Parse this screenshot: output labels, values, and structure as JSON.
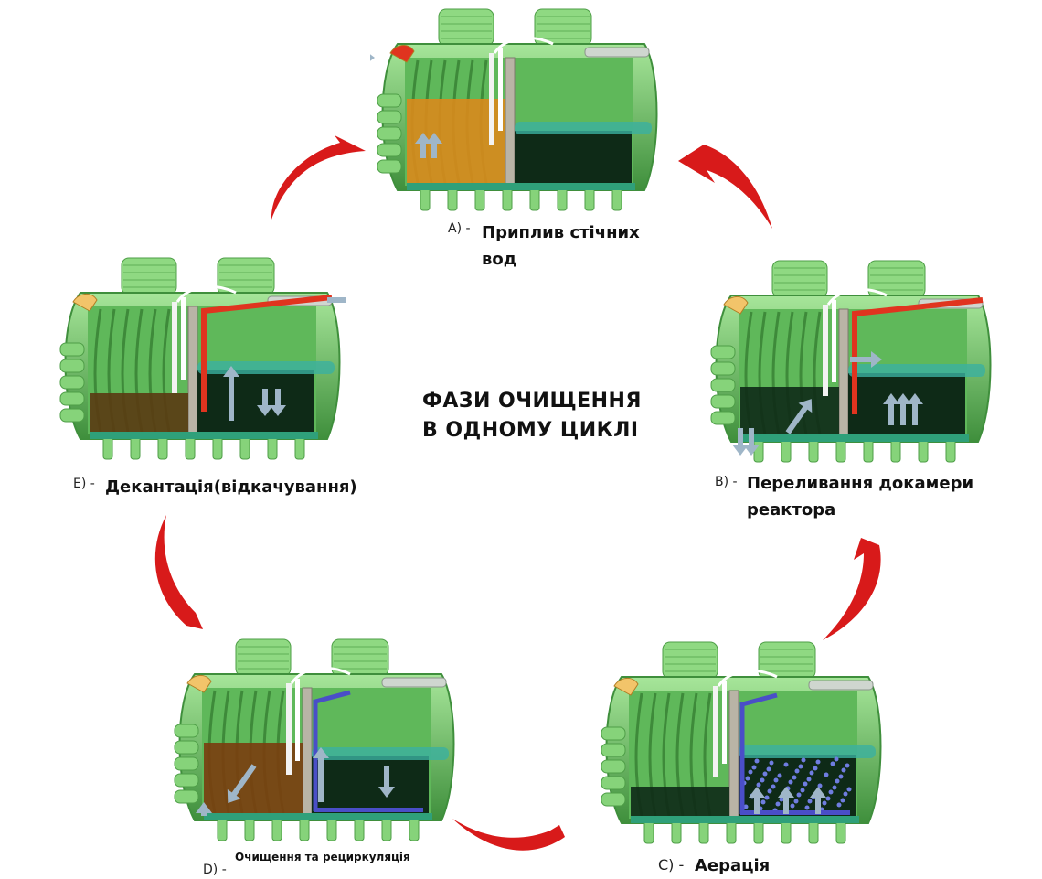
{
  "title": {
    "line1": "ФАЗИ ОЧИЩЕННЯ",
    "line2": "В ОДНОМУ ЦИКЛІ"
  },
  "phases": [
    {
      "letter": "A) -",
      "caption_line1": "Приплив стічних",
      "caption_line2": "вод"
    },
    {
      "letter": "B) -",
      "caption_line1": "Переливання докамери",
      "caption_line2": "реактора"
    },
    {
      "letter": "C) -",
      "caption_line1": "Аерація",
      "caption_line2": ""
    },
    {
      "letter": "D) -",
      "caption_line1": "Очищення та рециркуляція",
      "caption_line2": ""
    },
    {
      "letter": "E) -",
      "caption_line1": "Декантація(відкачування)",
      "caption_line2": ""
    }
  ],
  "colors": {
    "tank_green": "#7ccf72",
    "tank_dark": "#3f8f3c",
    "water_dark": "#0e2a17",
    "sludge": "#d98a1c",
    "arrow_red": "#d81a1a",
    "flow_arrow": "#9fb6c8",
    "pipe_red": "#e0341f",
    "pipe_blue": "#4a4ec8"
  }
}
